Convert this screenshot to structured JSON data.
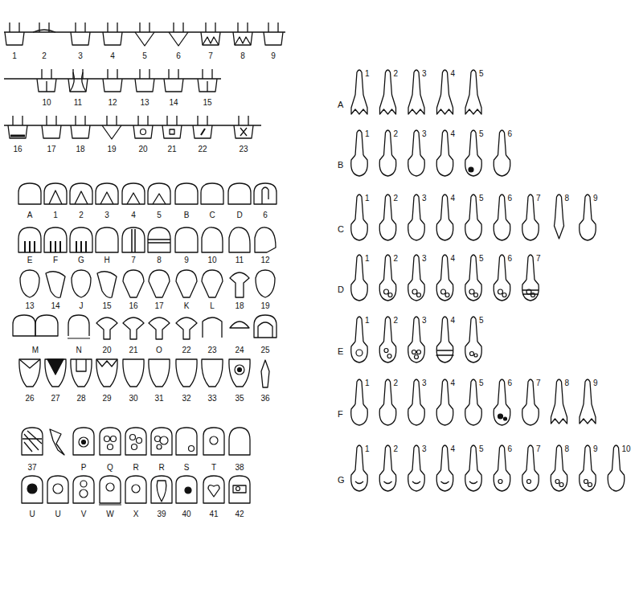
{
  "diagram": {
    "labels": [
      "1",
      "2",
      "3",
      "4",
      "5",
      "6",
      "7",
      "8",
      "9",
      "10",
      "11",
      "12",
      "13",
      "14",
      "15",
      "16",
      "17",
      "18",
      "19",
      "20",
      "21",
      "22",
      "23",
      "A",
      "1",
      "2",
      "3",
      "4",
      "5",
      "B",
      "C",
      "D",
      "6",
      "E",
      "F",
      "G",
      "H",
      "7",
      "8",
      "9",
      "10",
      "11",
      "12",
      "13",
      "14",
      "J",
      "15",
      "16",
      "17",
      "K",
      "L",
      "18",
      "19",
      "M",
      "N",
      "20",
      "21",
      "O",
      "22",
      "23",
      "24",
      "25",
      "26",
      "27",
      "28",
      "29",
      "30",
      "31",
      "32",
      "33",
      "35",
      "36",
      "37",
      "P",
      "Q",
      "R",
      "R",
      "S",
      "T",
      "38",
      "U",
      "U",
      "V",
      "W",
      "X",
      "39",
      "40",
      "41",
      "42",
      "A",
      "1",
      "2",
      "3",
      "4",
      "5",
      "B",
      "1",
      "2",
      "3",
      "4",
      "5",
      "6",
      "C",
      "1",
      "2",
      "3",
      "4",
      "5",
      "6",
      "7",
      "8",
      "9",
      "D",
      "1",
      "2",
      "3",
      "4",
      "5",
      "6",
      "7",
      "E",
      "1",
      "2",
      "3",
      "4",
      "5",
      "F",
      "1",
      "2",
      "3",
      "4",
      "5",
      "6",
      "7",
      "8",
      "9",
      "G",
      "1",
      "2",
      "3",
      "4",
      "5",
      "6",
      "7",
      "8",
      "9",
      "10"
    ]
  }
}
